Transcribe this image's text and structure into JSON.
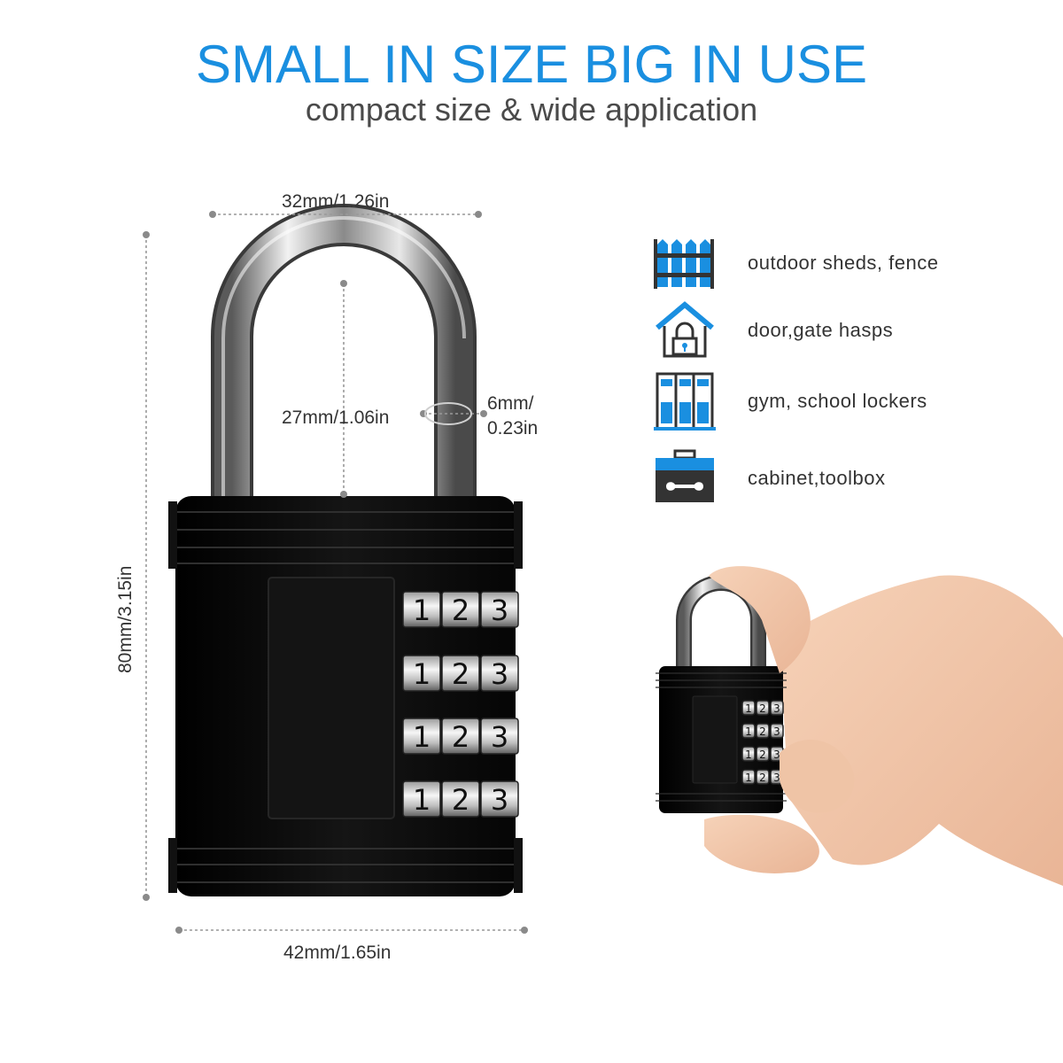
{
  "header": {
    "title": "SMALL IN SIZE BIG IN USE",
    "subtitle": "compact size & wide application"
  },
  "dimensions": {
    "shackle_width": "32mm/1.26in",
    "shackle_height": "27mm/1.06in",
    "shackle_diameter_line1": "6mm/",
    "shackle_diameter_line2": "0.23in",
    "total_height": "80mm/3.15in",
    "body_width": "42mm/1.65in"
  },
  "dial_digits": [
    "1",
    "2",
    "3"
  ],
  "applications": [
    {
      "icon": "fence-icon",
      "label": "outdoor sheds, fence"
    },
    {
      "icon": "house-lock-icon",
      "label": "door,gate hasps"
    },
    {
      "icon": "lockers-icon",
      "label": "gym, school lockers"
    },
    {
      "icon": "toolbox-icon",
      "label": "cabinet,toolbox"
    }
  ],
  "colors": {
    "accent": "#1a8fe0",
    "lock_body": "#0b0b0b",
    "text": "#333333"
  }
}
